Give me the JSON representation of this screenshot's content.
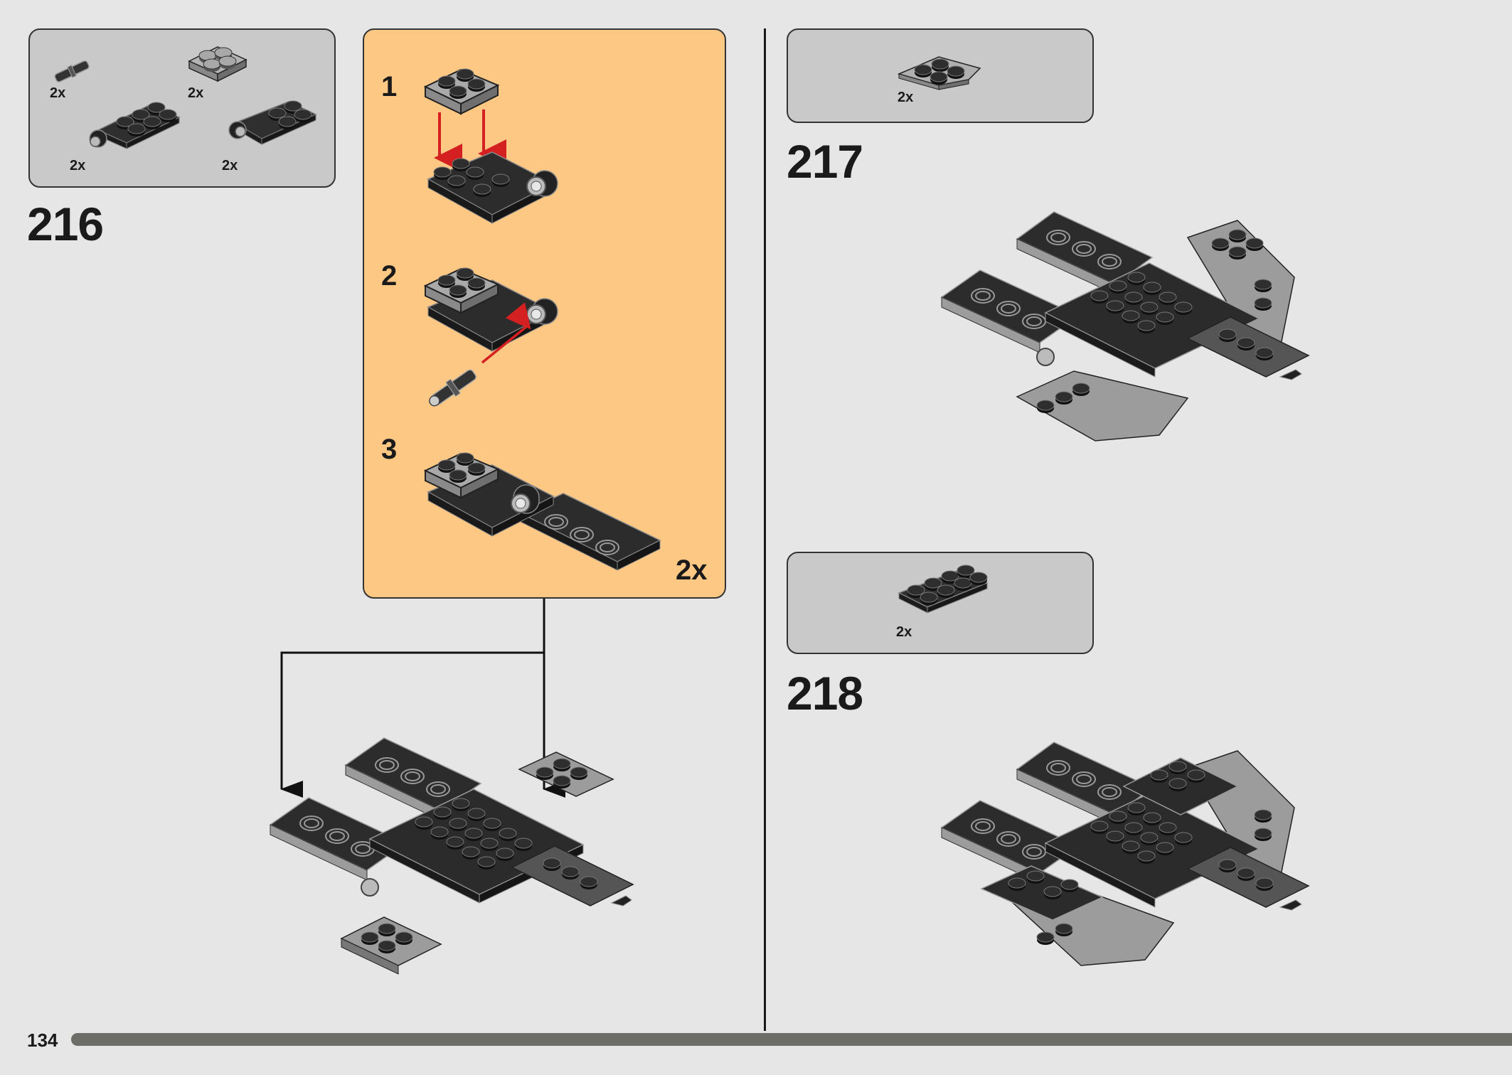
{
  "page": {
    "number": "134",
    "progress": 0.95
  },
  "step216": {
    "number": "216",
    "parts": [
      {
        "name": "pin-icon",
        "qty": "2x"
      },
      {
        "name": "plate-2x2-icon",
        "qty": "2x"
      },
      {
        "name": "plate-with-clip-icon",
        "qty": "2x"
      },
      {
        "name": "plate-with-clip-icon",
        "qty": "2x"
      }
    ],
    "subassembly": {
      "steps": [
        "1",
        "2",
        "3"
      ],
      "multiplier": "2x"
    }
  },
  "step217": {
    "number": "217",
    "parts": [
      {
        "name": "wedge-plate-icon",
        "qty": "2x"
      }
    ]
  },
  "step218": {
    "number": "218",
    "parts": [
      {
        "name": "plate-2x4-icon",
        "qty": "2x"
      }
    ]
  },
  "colors": {
    "background": "#e6e6e6",
    "parts_box": "#c9c9c9",
    "subassembly_panel": "#fdc784",
    "arrow": "#d42020",
    "dark_brick": "#2c2c2c",
    "light_brick": "#9c9c9c"
  }
}
